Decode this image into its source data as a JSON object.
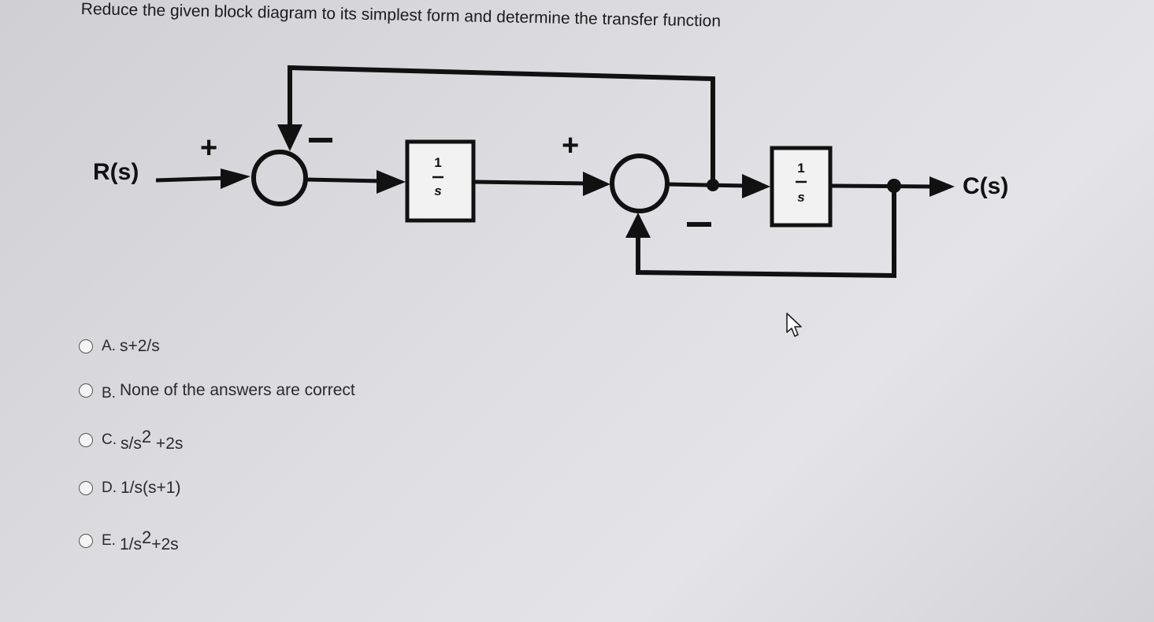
{
  "question": {
    "title": "Reduce the given block diagram to  its simplest form and determine the transfer function"
  },
  "diagram": {
    "input_label": "R(s)",
    "output_label": "C(s)",
    "junction1": {
      "plus": "+",
      "minus": "−"
    },
    "junction2": {
      "plus": "+",
      "minus": "−"
    },
    "block1": {
      "numerator": "1",
      "denominator": "s"
    },
    "block2": {
      "numerator": "1",
      "denominator": "s"
    }
  },
  "options": [
    {
      "letter": "A.",
      "text": "s+2/s"
    },
    {
      "letter": "B.",
      "text": "None of the answers are correct"
    },
    {
      "letter": "C.",
      "text_pre": "s/s",
      "sup": "2",
      "text_post": " +2s"
    },
    {
      "letter": "D.",
      "text": "1/s(s+1)"
    },
    {
      "letter": "E.",
      "text_pre": "1/s",
      "sup": "2",
      "text_post": "+2s"
    }
  ],
  "icons": {
    "pointer": "mouse-pointer-icon"
  },
  "colors": {
    "background": "#dcdce0",
    "diagram_ink": "#111111"
  }
}
